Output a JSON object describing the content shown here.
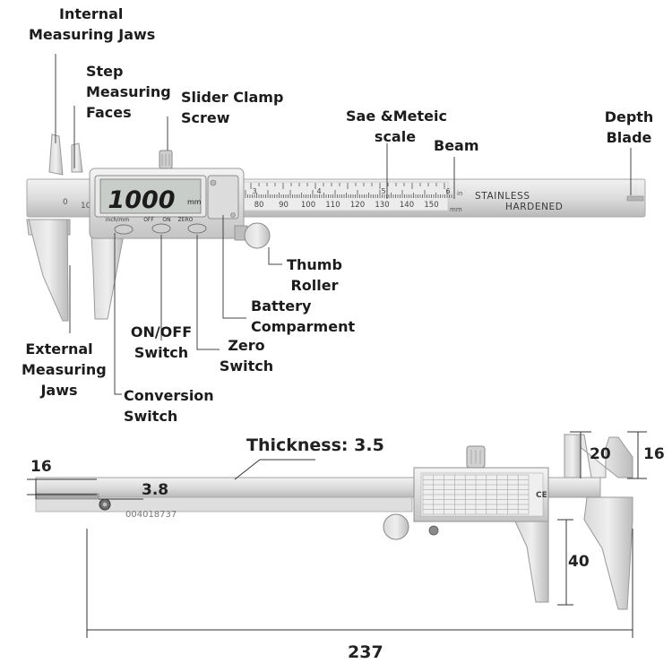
{
  "labels": {
    "internal_jaws": [
      "Internal",
      "Measuring Jaws"
    ],
    "step_faces": [
      "Step",
      "Measuring",
      "Faces"
    ],
    "clamp_screw": [
      "Slider Clamp",
      "Screw"
    ],
    "sae_scale": [
      "Sae &Meteic",
      "scale"
    ],
    "beam": "Beam",
    "depth_blade": [
      "Depth",
      "Blade"
    ],
    "thumb_roller": [
      "Thumb",
      "Roller"
    ],
    "battery": [
      "Battery",
      "Comparment"
    ],
    "onoff": [
      "ON/OFF",
      "Switch"
    ],
    "zero": [
      "Zero",
      "Switch"
    ],
    "external_jaws": [
      "External",
      "Measuring",
      "Jaws"
    ],
    "conversion": [
      "Conversion",
      "Switch"
    ]
  },
  "device": {
    "display_value": "1000",
    "display_unit": "mm",
    "buttons": [
      "inch/mm",
      "OFF",
      "ON",
      "ZERO"
    ],
    "beam_text_1": "STAINLESS",
    "beam_text_2": "HARDENED",
    "scale_numbers": [
      "80",
      "90",
      "100",
      "110",
      "120",
      "130",
      "140",
      "150"
    ],
    "inch_numbers": [
      "3",
      "4",
      "5",
      "6"
    ],
    "inch_unit": "in",
    "mm_unit": "mm",
    "left_zero": "0",
    "left_ten": "10",
    "serial": "004018737",
    "ce_mark": "CE"
  },
  "dimensions": {
    "thickness": "Thickness: 3.5",
    "dim_16_left": "16",
    "dim_3_8": "3.8",
    "dim_20": "20",
    "dim_16_right": "16",
    "dim_40": "40",
    "dim_237": "237"
  },
  "colors": {
    "steel_light": "#e4e4e4",
    "steel_mid": "#c8c8c8",
    "steel_dark": "#9a9a9a",
    "display_bg": "#c9cdc9",
    "line": "#333333"
  }
}
